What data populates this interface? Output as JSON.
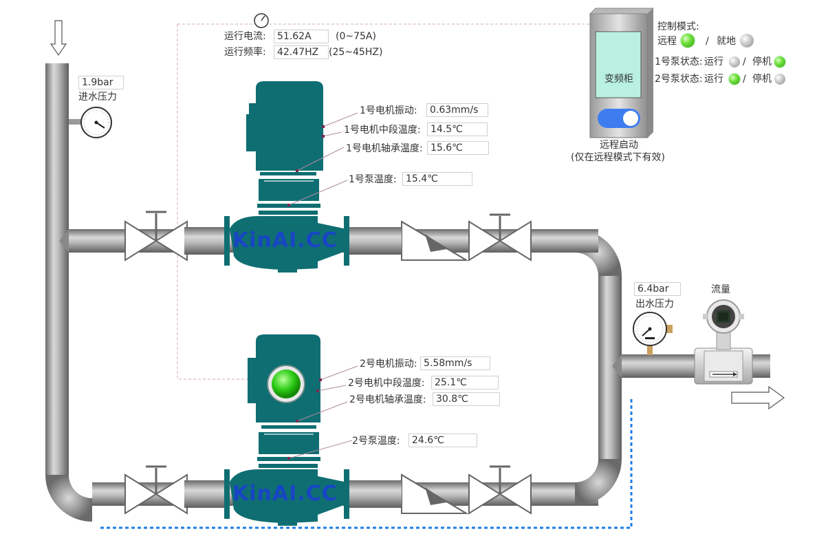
{
  "current": {
    "label": "运行电流:",
    "value": "51.62A",
    "range": "(0~75A)"
  },
  "frequency": {
    "label": "运行频率:",
    "value": "42.47HZ",
    "range": "(25~45HZ)"
  },
  "inlet": {
    "value": "1.9bar",
    "label": "进水压力"
  },
  "outlet": {
    "value": "6.4bar",
    "label": "出水压力"
  },
  "flow": {
    "label": "流量"
  },
  "pump1": {
    "vibration_label": "1号电机振动:",
    "vibration": "0.63mm/s",
    "mid_temp_label": "1号电机中段温度:",
    "mid_temp": "14.5℃",
    "bearing_temp_label": "1号电机轴承温度:",
    "bearing_temp": "15.6℃",
    "pump_temp_label": "1号泵温度:",
    "pump_temp": "15.4℃"
  },
  "pump2": {
    "vibration_label": "2号电机振动:",
    "vibration": "5.58mm/s",
    "mid_temp_label": "2号电机中段温度:",
    "mid_temp": "25.1℃",
    "bearing_temp_label": "2号电机轴承温度:",
    "bearing_temp": "30.8℃",
    "pump_temp_label": "2号泵温度:",
    "pump_temp": "24.6℃"
  },
  "cabinet": {
    "label": "变频柜",
    "remote_start_label": "远程启动",
    "remote_start_note": "(仅在远程模式下有效)",
    "remote_start_on": true
  },
  "control": {
    "mode_label": "控制模式:",
    "remote_label": "远程",
    "separator": "/",
    "local_label": "就地",
    "remote_active": true,
    "pump1_status_label": "1号泵状态:",
    "pump2_status_label": "2号泵状态:",
    "run_label": "运行",
    "stop_label": "停机",
    "pump1_running": false,
    "pump2_running": true
  },
  "watermark": "KinAI.CC",
  "colors": {
    "motor": "#0f6e72",
    "pipe_light": "#d6d6d6",
    "pipe_dark": "#6f6f6f",
    "status_on": "#3cbf1a",
    "toggle": "#3d7df0"
  }
}
